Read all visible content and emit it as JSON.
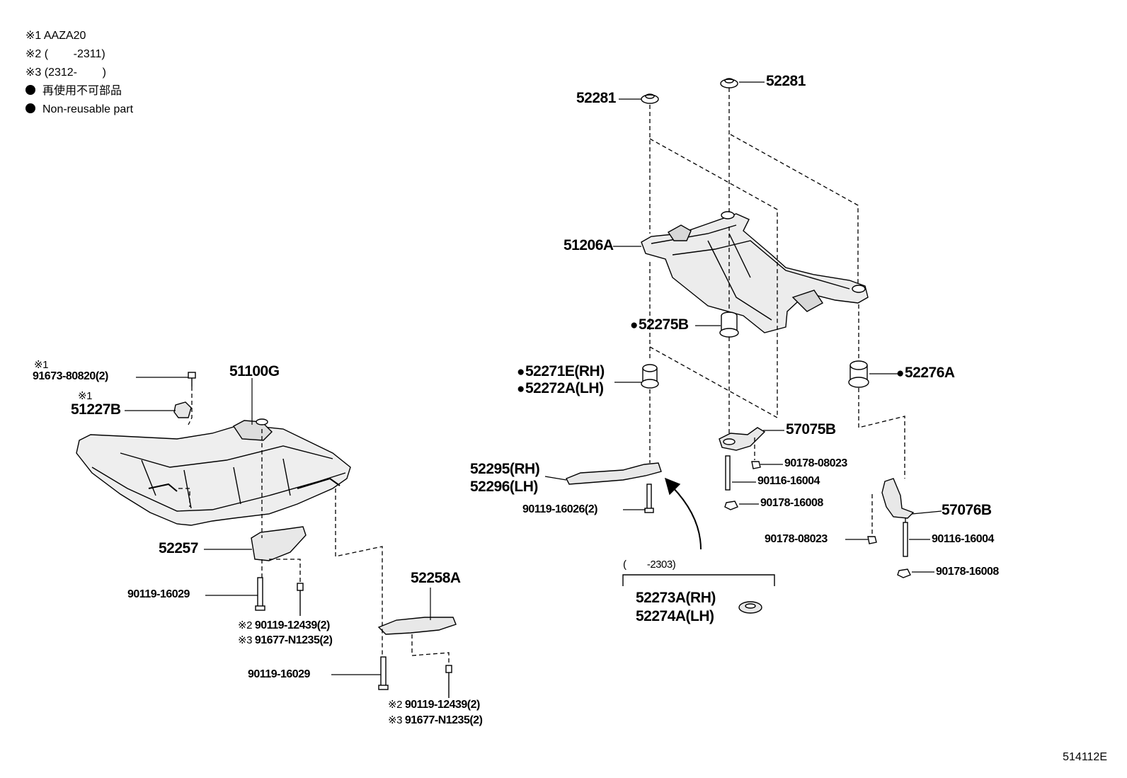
{
  "legend": {
    "n1": "※1 AAZA20",
    "n2": "※2 (        -2311)",
    "n3": "※3 (2312-        )",
    "jp": "再使用不可部品",
    "en": "Non-reusable part"
  },
  "parts": {
    "p51100g": "51100G",
    "p91673": "91673-80820(2)",
    "p51227b": "51227B",
    "p52257": "52257",
    "p90119_16029a": "90119-16029",
    "p90119_12439a": "90119-12439(2)",
    "p91677a": "91677-N1235(2)",
    "p52258a": "52258A",
    "p90119_16029b": "90119-16029",
    "p90119_12439b": "90119-12439(2)",
    "p91677b": "91677-N1235(2)",
    "p52281a": "52281",
    "p52281b": "52281",
    "p51206a": "51206A",
    "p52275b": "52275B",
    "p52271e": "52271E(RH)",
    "p52272a": "52272A(LH)",
    "p52276a": "52276A",
    "p57075b": "57075B",
    "p90178_08023a": "90178-08023",
    "p90116_16004a": "90116-16004",
    "p90178_16008a": "90178-16008",
    "p52295": "52295(RH)",
    "p52296": "52296(LH)",
    "p90119_16026": "90119-16026(2)",
    "p57076b": "57076B",
    "p90178_08023b": "90178-08023",
    "p90116_16004b": "90116-16004",
    "p90178_16008b": "90178-16008",
    "range": "(        -2303)",
    "p52273a": "52273A(RH)",
    "p52274a": "52274A(LH)"
  },
  "marks": {
    "m1": "※1",
    "m2": "※2",
    "m3": "※3"
  },
  "code": "514112E"
}
